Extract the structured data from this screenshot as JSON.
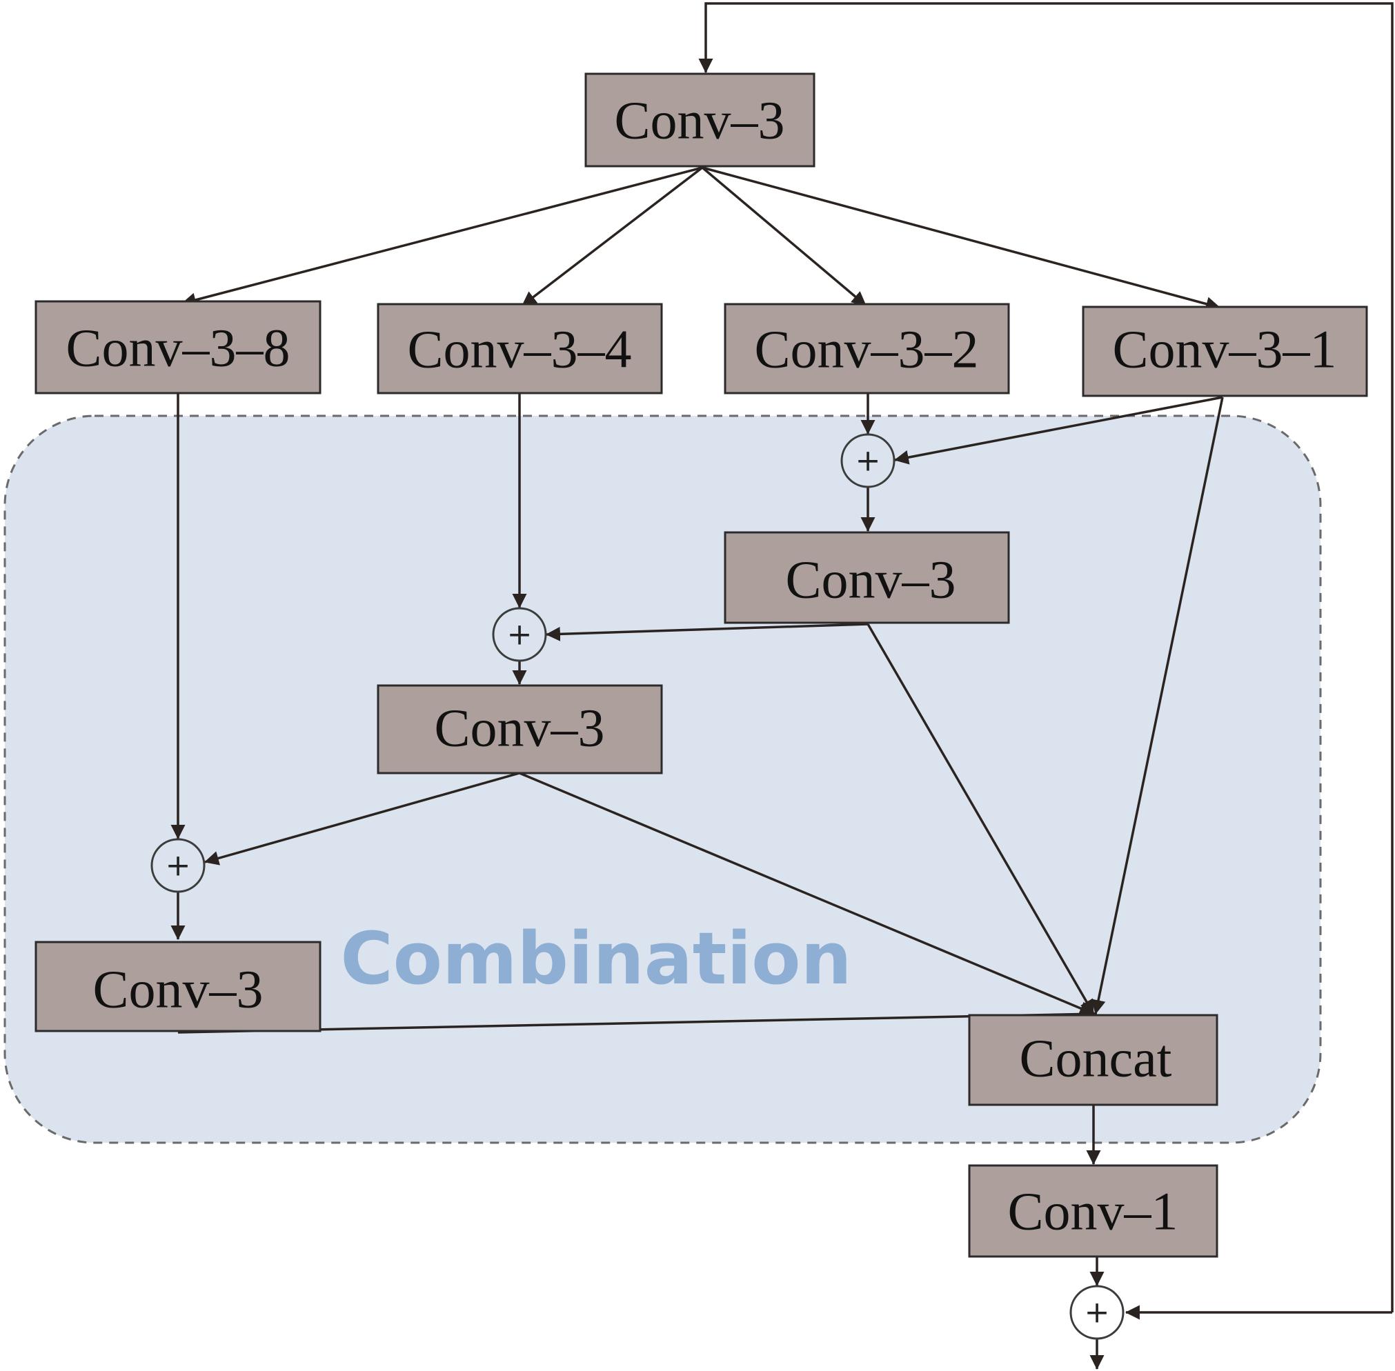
{
  "region": {
    "label": "Combination"
  },
  "nodes": {
    "conv_top": "Conv–3",
    "conv_3_8": "Conv–3–8",
    "conv_3_4": "Conv–3–4",
    "conv_3_2": "Conv–3–2",
    "conv_3_1": "Conv–3–1",
    "conv_mid_right": "Conv–3",
    "conv_mid_center": "Conv–3",
    "conv_bottom_left": "Conv–3",
    "concat": "Concat",
    "conv_1": "Conv–1"
  },
  "sum_symbol": "+"
}
